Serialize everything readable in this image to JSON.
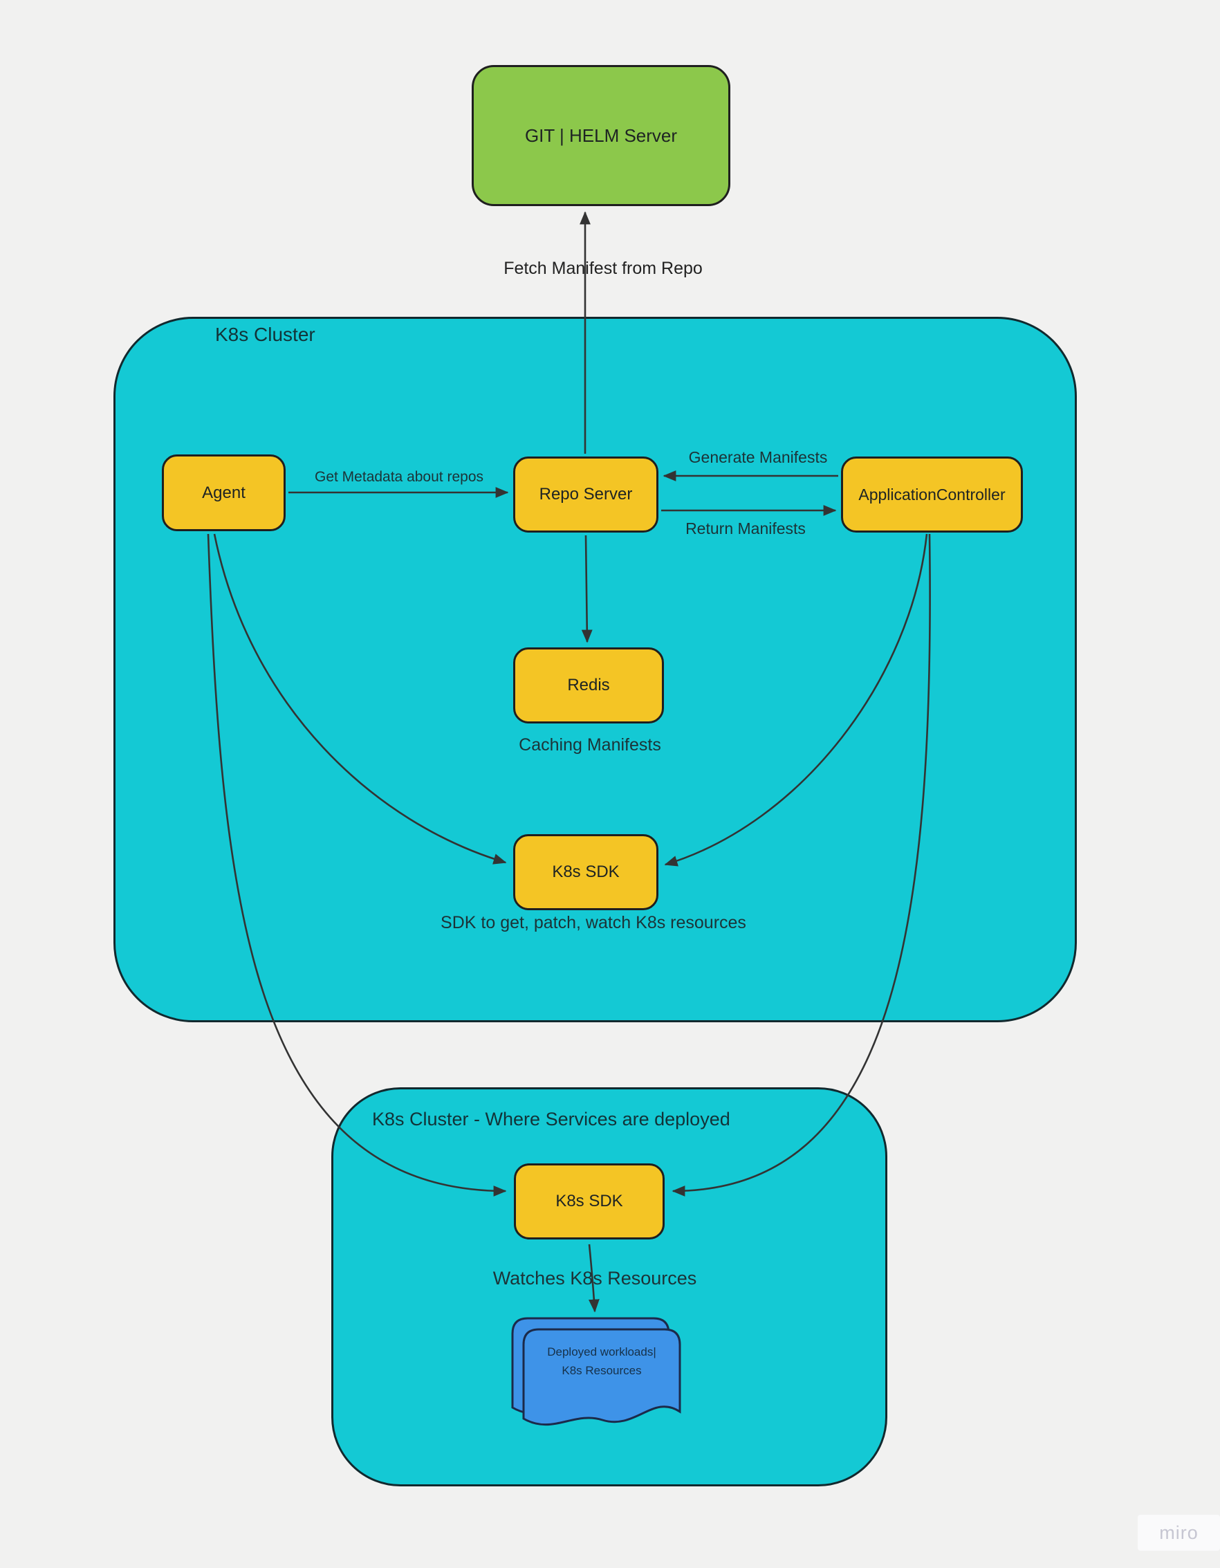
{
  "external_server": {
    "label": "GIT | HELM Server"
  },
  "labels": {
    "fetch_manifest": "Fetch Manifest from Repo",
    "get_metadata": "Get Metadata about repos",
    "generate_manifests": "Generate Manifests",
    "return_manifests": "Return Manifests",
    "caching_manifests": "Caching Manifests",
    "sdk_note": "SDK to get, patch, watch K8s resources",
    "watches": "Watches K8s Resources"
  },
  "main_cluster": {
    "title": "K8s Cluster",
    "agent": "Agent",
    "repo_server": "Repo Server",
    "application_controller": "ApplicationController",
    "redis": "Redis",
    "k8s_sdk": "K8s SDK"
  },
  "deploy_cluster": {
    "title": "K8s Cluster - Where Services are deployed",
    "k8s_sdk": "K8s SDK",
    "workloads_line1": "Deployed workloads|",
    "workloads_line2": "K8s Resources"
  },
  "watermark": "miro",
  "colors": {
    "background": "#f1f1f0",
    "cluster_teal": "#14c9d4",
    "node_yellow": "#f4c525",
    "server_green": "#8cc84b",
    "document_blue": "#3e93e8",
    "connector_stroke": "#333333",
    "node_border": "#1f1f1f",
    "watermark_text": "#c6c6d2"
  }
}
